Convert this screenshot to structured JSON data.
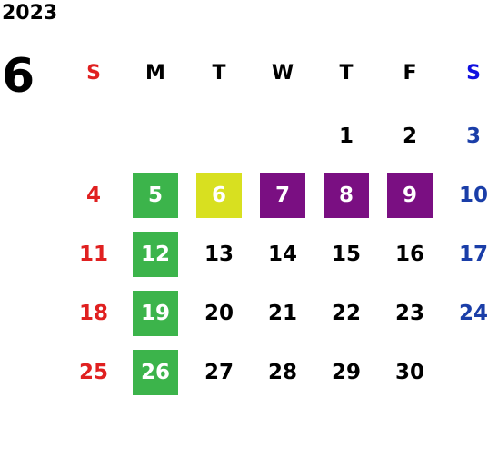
{
  "year": "2023",
  "month": "6",
  "colors": {
    "sunday": "#e02020",
    "saturday": "#1a3ea8",
    "saturday_header": "#1010e0",
    "weekday": "#000000",
    "green": "#3cb44b",
    "yellow": "#d8e020",
    "purple": "#7a0f82"
  },
  "weekdays": [
    "S",
    "M",
    "T",
    "W",
    "T",
    "F",
    "S"
  ],
  "weeks": [
    [
      null,
      null,
      null,
      null,
      "1",
      "2",
      "3"
    ],
    [
      "4",
      "5",
      "6",
      "7",
      "8",
      "9",
      "10"
    ],
    [
      "11",
      "12",
      "13",
      "14",
      "15",
      "16",
      "17"
    ],
    [
      "18",
      "19",
      "20",
      "21",
      "22",
      "23",
      "24"
    ],
    [
      "25",
      "26",
      "27",
      "28",
      "29",
      "30",
      null
    ]
  ],
  "highlights": {
    "5": "green",
    "12": "green",
    "19": "green",
    "26": "green",
    "6": "yellow",
    "7": "purple",
    "8": "purple",
    "9": "purple"
  }
}
